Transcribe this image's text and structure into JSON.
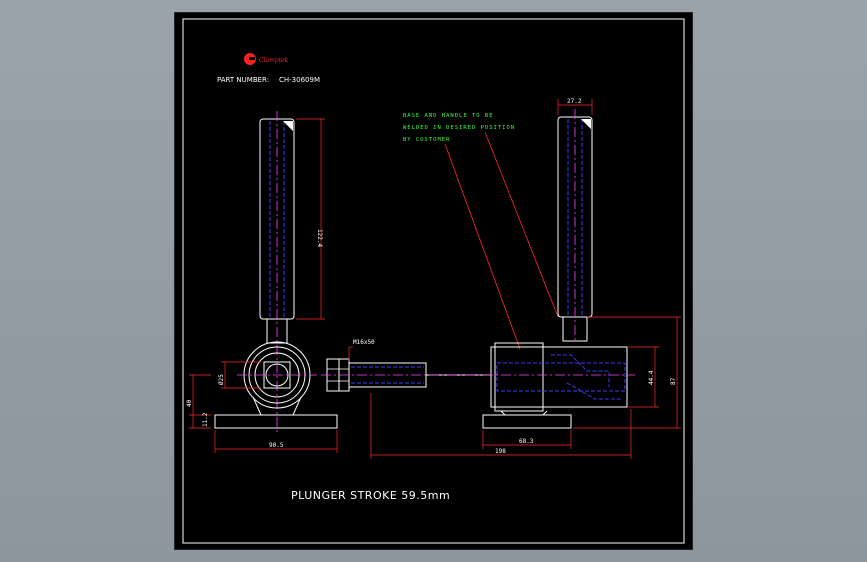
{
  "title_block": {
    "brand": "Clamptek",
    "part_number_label": "PART NUMBER:",
    "part_number": "CH-30609M"
  },
  "note": {
    "line1": "BASE AND HANDLE TO BE",
    "line2": "WELDED IN DESIRED POSITION",
    "line3": "BY CUSTOMER"
  },
  "dimensions": {
    "handle_length": "122.4",
    "handle_diameter": "27.2",
    "thread_size": "M16x50",
    "bore_diameter": "Ø25",
    "side_height": "40",
    "base_thickness": "11.2",
    "base_width_side": "90.5",
    "body_height": "44.4",
    "overall_height": "87",
    "base_width_front": "68.3",
    "overall_length": "198"
  },
  "footer": {
    "stroke_text": "PLUNGER STROKE 59.5mm"
  },
  "colors": {
    "background": "#8f989f",
    "sheet": "#000000",
    "outline": "#ffffff",
    "hidden_lines": "#3b3bff",
    "center_lines": "#ff40ff",
    "dimensions": "#ff2a2a",
    "note_text": "#37ff37"
  }
}
